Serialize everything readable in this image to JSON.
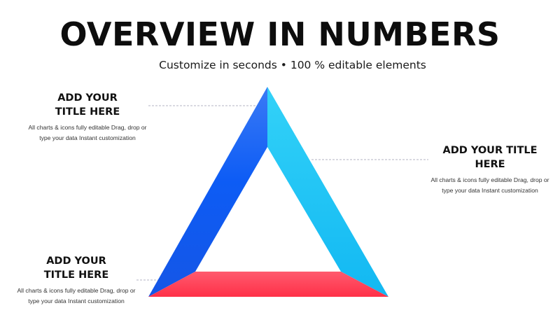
{
  "slide": {
    "title": "OVERVIEW IN NUMBERS",
    "subtitle": "Customize in seconds • 100 % editable elements"
  },
  "callouts": [
    {
      "title": "ADD YOUR TITLE HERE",
      "description": "All charts & icons fully editable Drag, drop or type your data Instant customization"
    },
    {
      "title": "ADD YOUR TITLE HERE",
      "description": "All charts & icons fully editable Drag, drop or type your data Instant customization"
    },
    {
      "title": "ADD YOUR TITLE HERE",
      "description": "All charts & icons fully editable Drag, drop or type your data Instant customization"
    }
  ],
  "colors": {
    "left_side": "#1a5cf0",
    "right_side": "#19c8f5",
    "base": "#ff3a55",
    "leader_line": "#9a9ab0"
  }
}
